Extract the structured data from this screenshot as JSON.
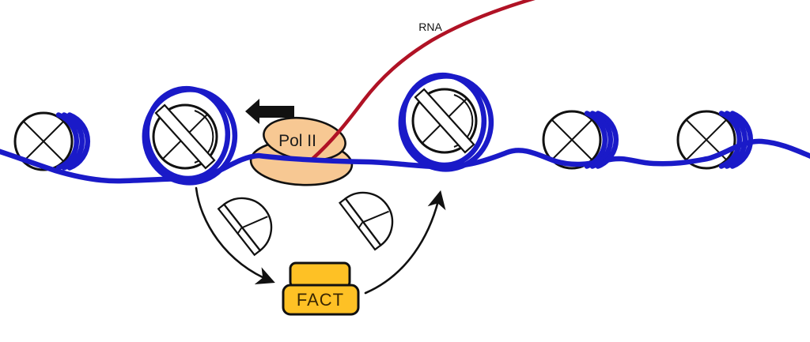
{
  "title": "Transcription through chromatin with FACT diagram",
  "labels": {
    "rna": "RNA",
    "pol_ii": "Pol II",
    "fact": "FACT"
  },
  "colors": {
    "dna": "#1a1ac8",
    "rna": "#b01225",
    "outline": "#111111",
    "pol_ii_fill": "#f7c893",
    "fact_fill": "#fec125",
    "pol_ii_text": "#1c1c1c",
    "fact_text": "#3a2703",
    "background": "#ffffff"
  }
}
